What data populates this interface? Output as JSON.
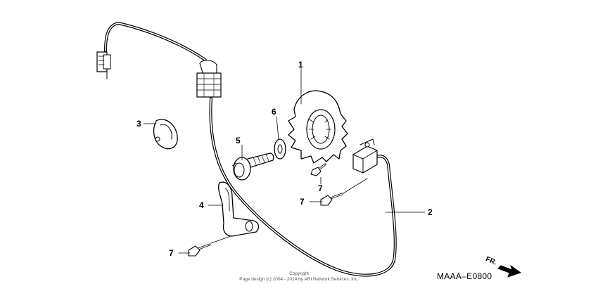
{
  "callouts": {
    "c1": "1",
    "c2": "2",
    "c3": "3",
    "c4": "4",
    "c5": "5",
    "c6": "6",
    "c7a": "7",
    "c7b": "7",
    "c7c": "7"
  },
  "copyright_line1": "Copyright",
  "copyright_line2": "Page design (c) 2004 - 2014 by ARI Network Services, Inc.",
  "diagram_code": "MAAA–E0800",
  "direction_label": "FR.",
  "colors": {
    "ink": "#000000",
    "background": "#ffffff"
  }
}
